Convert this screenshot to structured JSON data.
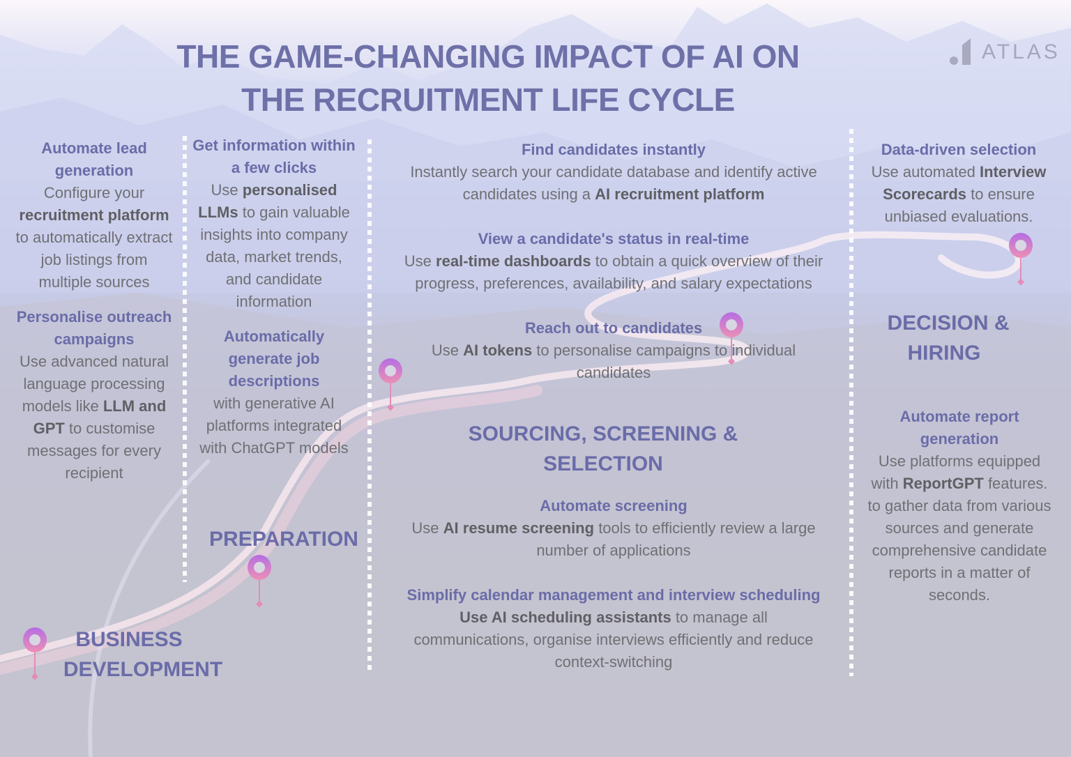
{
  "title": {
    "line1": "THE GAME-CHANGING IMPACT OF AI ON",
    "line2": "THE RECRUITMENT LIFE CYCLE"
  },
  "logo": {
    "text": "ATLAS"
  },
  "colors": {
    "heading": "#6a6ca8",
    "body_text": "#6f6f74",
    "pin_gradient_start": "#c06ee0",
    "pin_gradient_end": "#e88ab8",
    "divider": "#ffffff"
  },
  "stages": {
    "business_development": {
      "label_line1": "BUSINESS",
      "label_line2": "DEVELOPMENT",
      "items": [
        {
          "heading": "Automate lead generation",
          "pre": "Configure your ",
          "bold": "recruitment platform",
          "post": " to automatically extract job listings from multiple sources"
        },
        {
          "heading": "Personalise outreach campaigns",
          "pre": "Use advanced natural language processing models like ",
          "bold": "LLM and GPT",
          "post": " to customise messages for every recipient"
        }
      ]
    },
    "preparation": {
      "label": "PREPARATION",
      "items": [
        {
          "heading": "Get information within a few clicks",
          "pre": "Use ",
          "bold": "personalised LLMs",
          "post": " to gain valuable insights into company data, market trends, and candidate information"
        },
        {
          "heading": "Automatically generate job descriptions",
          "pre": "with generative AI platforms integrated with ChatGPT models",
          "bold": "",
          "post": ""
        }
      ]
    },
    "sourcing": {
      "label_line1": "SOURCING, SCREENING &",
      "label_line2": "SELECTION",
      "items": [
        {
          "heading": "Find candidates instantly",
          "pre": "Instantly search your candidate database and identify active candidates using a ",
          "bold": "AI recruitment platform",
          "post": ""
        },
        {
          "heading": "View a candidate's status in real-time",
          "pre": "Use ",
          "bold": "real-time dashboards",
          "post": " to obtain a quick overview of their progress, preferences, availability, and salary expectations"
        },
        {
          "heading": "Reach out to candidates",
          "pre": "Use ",
          "bold": "AI tokens",
          "post": " to personalise campaigns to individual candidates"
        },
        {
          "heading": "Automate screening",
          "pre": "Use ",
          "bold": "AI resume screening",
          "post": " tools to efficiently review a large number of applications"
        },
        {
          "heading": "Simplify calendar management and interview scheduling",
          "pre": "",
          "bold": "Use AI scheduling assistants",
          "post": " to manage all communications, organise interviews efficiently and reduce context-switching"
        }
      ]
    },
    "decision": {
      "label_line1": "DECISION &",
      "label_line2": "HIRING",
      "items": [
        {
          "heading": "Data-driven selection",
          "pre": "Use automated ",
          "bold": "Interview Scorecards",
          "post": " to ensure unbiased evaluations."
        },
        {
          "heading": "Automate report generation",
          "pre": "Use platforms equipped with ",
          "bold": "ReportGPT",
          "post": " features. to gather data from various sources and generate comprehensive candidate reports in a matter of seconds."
        }
      ]
    }
  }
}
